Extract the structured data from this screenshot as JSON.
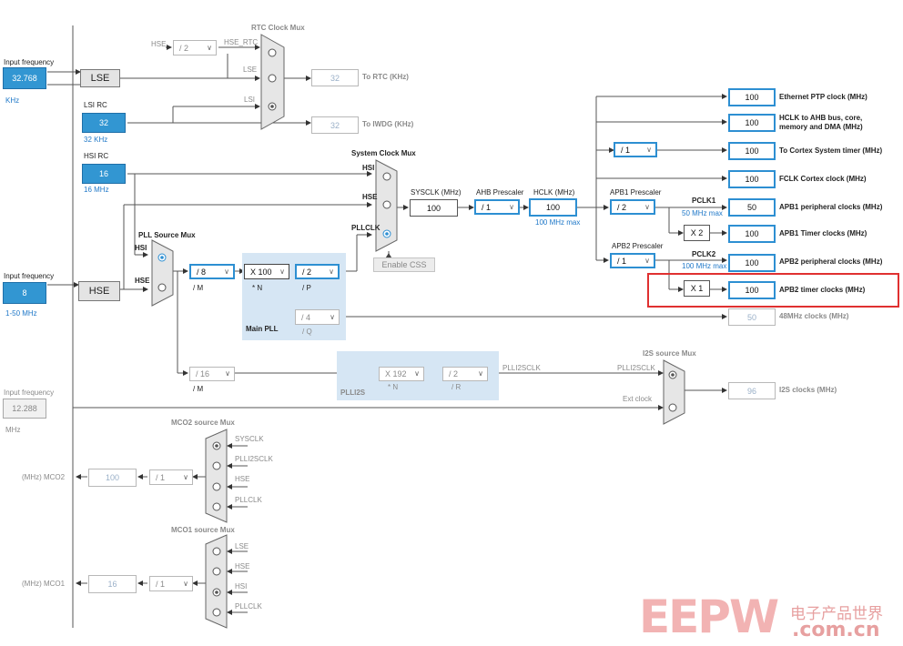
{
  "lse_input": {
    "label": "Input frequency",
    "value": "32.768",
    "unit": "KHz"
  },
  "hse_input": {
    "label": "Input frequency",
    "value": "8",
    "range": "1-50 MHz"
  },
  "i2s_input": {
    "label": "Input frequency",
    "value": "12.288",
    "unit": "MHz"
  },
  "sources": {
    "lse": "LSE",
    "hse": "HSE"
  },
  "lsi": {
    "label": "LSI RC",
    "value": "32",
    "unit": "32 KHz"
  },
  "hsi": {
    "label": "HSI RC",
    "value": "16",
    "unit": "16 MHz"
  },
  "rtc_mux": {
    "title": "RTC Clock Mux",
    "in_hse": "HSE",
    "in_hse_rtc": "HSE_RTC",
    "in_lse": "LSE",
    "in_lsi": "LSI",
    "hse_div": "/ 2",
    "rtc_value": "32",
    "rtc_label": "To RTC (KHz)",
    "iwdg_value": "32",
    "iwdg_label": "To IWDG (KHz)"
  },
  "sys_mux": {
    "title": "System Clock Mux",
    "in_hsi": "HSI",
    "in_hse": "HSE",
    "in_pllclk": "PLLCLK",
    "enable_css": "Enable CSS"
  },
  "pll_src_mux": {
    "title": "PLL Source Mux",
    "in_hsi": "HSI",
    "in_hse": "HSE"
  },
  "main_pll": {
    "title": "Main PLL",
    "m": "/ 8",
    "m_lbl": "/ M",
    "n": "X 100",
    "n_lbl": "* N",
    "p": "/ 2",
    "p_lbl": "/ P",
    "q": "/ 4",
    "q_lbl": "/ Q"
  },
  "sysclk": {
    "label": "SYSCLK (MHz)",
    "value": "100"
  },
  "ahb": {
    "label": "AHB Prescaler",
    "value": "/ 1"
  },
  "hclk": {
    "label": "HCLK (MHz)",
    "value": "100",
    "max": "100 MHz max"
  },
  "apb1": {
    "label": "APB1 Prescaler",
    "value": "/ 2",
    "pclk": "PCLK1",
    "max": "50 MHz max",
    "timer_mul": "X 2"
  },
  "apb2": {
    "label": "APB2 Prescaler",
    "value": "/ 1",
    "pclk": "PCLK2",
    "max": "100 MHz max",
    "timer_mul": "X 1"
  },
  "cortex_div": "/ 1",
  "outputs": [
    {
      "value": "100",
      "label": "Ethernet PTP clock (MHz)"
    },
    {
      "value": "100",
      "label": "HCLK to AHB bus, core,",
      "label2": "memory and DMA (MHz)"
    },
    {
      "value": "100",
      "label": "To Cortex System timer (MHz)"
    },
    {
      "value": "100",
      "label": "FCLK Cortex clock (MHz)"
    },
    {
      "value": "50",
      "label": "APB1 peripheral clocks (MHz)"
    },
    {
      "value": "100",
      "label": "APB1 Timer clocks (MHz)"
    },
    {
      "value": "100",
      "label": "APB2 peripheral clocks (MHz)"
    },
    {
      "value": "100",
      "label": "APB2 timer clocks (MHz)"
    },
    {
      "value": "50",
      "label": "48MHz clocks (MHz)"
    }
  ],
  "plli2s": {
    "title": "PLLI2S",
    "m": "/ 16",
    "m_lbl": "/ M",
    "n": "X 192",
    "n_lbl": "* N",
    "r": "/ 2",
    "r_lbl": "/ R",
    "out": "PLLI2SCLK"
  },
  "i2s_mux": {
    "title": "I2S source Mux",
    "in_plli2s": "PLLI2SCLK",
    "in_ext": "Ext clock",
    "value": "96",
    "label": "I2S clocks (MHz)"
  },
  "mco2": {
    "title": "MCO2 source Mux",
    "inputs": [
      "SYSCLK",
      "PLLI2SCLK",
      "HSE",
      "PLLCLK"
    ],
    "div": "/ 1",
    "value": "100",
    "label": "(MHz) MCO2"
  },
  "mco1": {
    "title": "MCO1 source Mux",
    "inputs": [
      "LSE",
      "HSE",
      "HSI",
      "PLLCLK"
    ],
    "div": "/ 1",
    "value": "16",
    "label": "(MHz) MCO1"
  },
  "watermark": {
    "logo": "EEPW",
    "cn": "电子产品世界",
    "domain": ".com.cn"
  },
  "colors": {
    "accent": "#2d8fd2",
    "fill": "#3296d2",
    "highlight": "#e03030",
    "pll_bg": "#d6e6f4"
  }
}
